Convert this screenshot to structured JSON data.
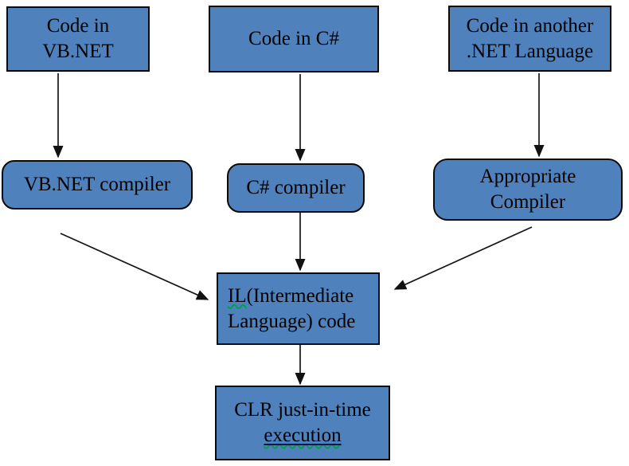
{
  "diagram": {
    "description": "Flowchart of .NET source code compilation to IL and CLR execution",
    "colors": {
      "node_fill": "#4f81bd",
      "node_border": "#0a0a0a",
      "arrow": "#161616",
      "spellcheck_squiggle": "#00a050",
      "background": "#ffffff"
    }
  },
  "nodes": {
    "code_vbnet": {
      "label": "Code in\nVB.NET"
    },
    "code_csharp": {
      "label": "Code in C#"
    },
    "code_other": {
      "label": "Code in another\n.NET Language"
    },
    "vbnet_compiler": {
      "label": "VB.NET compiler"
    },
    "csharp_compiler": {
      "label": "C# compiler"
    },
    "appropriate_compiler": {
      "label": "Appropriate\nCompiler"
    },
    "il": {
      "prefix": "IL",
      "rest": "(Intermediate\nLanguage) code"
    },
    "clr": {
      "line1": "CLR just-in-time",
      "underlined_word": "execution"
    }
  },
  "arrows": [
    {
      "name": "arrow-code-vbnet-to-vbnet-compiler",
      "direction": "down"
    },
    {
      "name": "arrow-code-csharp-to-csharp-compiler",
      "direction": "down"
    },
    {
      "name": "arrow-code-other-to-appropriate-compiler",
      "direction": "down"
    },
    {
      "name": "arrow-vbnet-compiler-to-il",
      "direction": "down-right"
    },
    {
      "name": "arrow-csharp-compiler-to-il",
      "direction": "down"
    },
    {
      "name": "arrow-appropriate-compiler-to-il",
      "direction": "down-left"
    },
    {
      "name": "arrow-il-to-clr",
      "direction": "down"
    }
  ]
}
